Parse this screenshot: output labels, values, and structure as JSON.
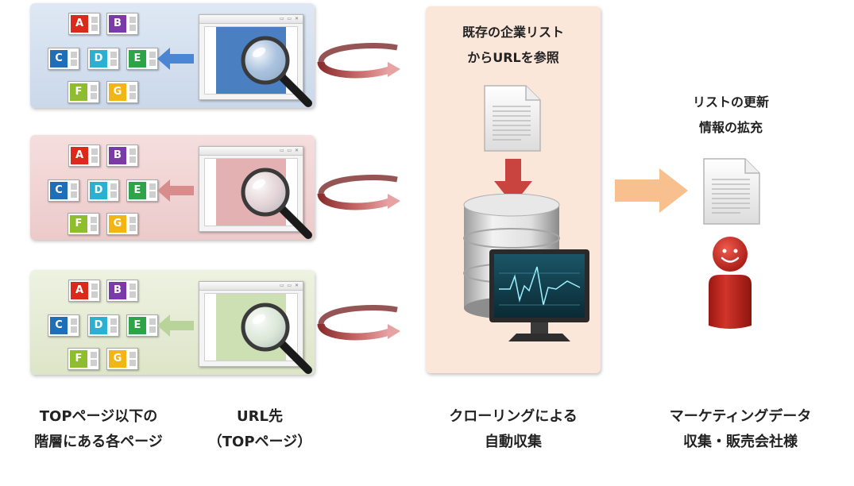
{
  "panels": [
    {
      "name": "blue",
      "fill": "#4a7fc1",
      "arrow": "#4a86d4"
    },
    {
      "name": "pink",
      "fill": "#e3b1b1",
      "arrow": "#d98c8c"
    },
    {
      "name": "green",
      "fill": "#cde0b4",
      "arrow": "#b8d49a"
    }
  ],
  "tiles": [
    {
      "letter": "A",
      "color": "#d92a1c"
    },
    {
      "letter": "B",
      "color": "#7a3aa8"
    },
    {
      "letter": "C",
      "color": "#1f6fb8"
    },
    {
      "letter": "D",
      "color": "#2cb0d2"
    },
    {
      "letter": "E",
      "color": "#2da447"
    },
    {
      "letter": "F",
      "color": "#8ebd2d"
    },
    {
      "letter": "G",
      "color": "#f2b516"
    }
  ],
  "center": {
    "title_line1": "既存の企業リスト",
    "title_line2": "からURLを参照"
  },
  "right": {
    "title_line1": "リストの更新",
    "title_line2": "情報の拡充"
  },
  "bottom_labels": {
    "pages_line1": "TOPページ以下の",
    "pages_line2": "階層にある各ページ",
    "url_line1": "URL先",
    "url_line2": "（TOPページ）",
    "crawl_line1": "クローリングによる",
    "crawl_line2": "自動収集",
    "client_line1": "マーケティングデータ",
    "client_line2": "収集・販売会社様"
  },
  "colors": {
    "down_arrow": "#c9443f",
    "big_arrow": "#f8bf8f",
    "person": "#c8251e",
    "swirl": "#c06060"
  }
}
